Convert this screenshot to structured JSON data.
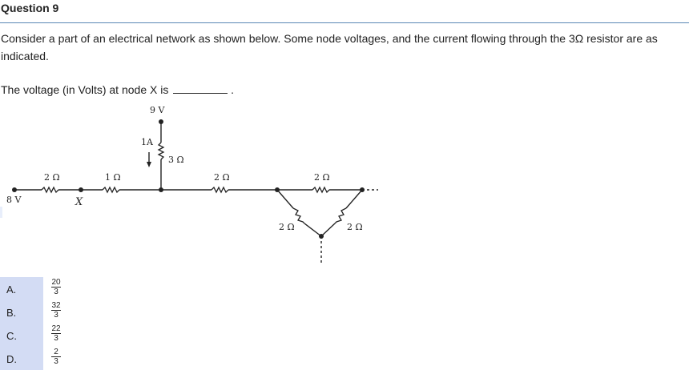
{
  "question": {
    "title": "Question 9",
    "text": "Consider a part of an electrical network as shown below. Some node voltages, and the current flowing through the 3Ω resistor are as indicated.",
    "prompt": "The voltage (in Volts) at node X is",
    "prompt_suffix": "."
  },
  "circuit": {
    "source_left": "8 V",
    "source_top": "9 V",
    "node_x": "X",
    "current": "1A",
    "r_3ohm": "3 Ω",
    "r_left": "2 Ω",
    "r_mid": "1 Ω",
    "r_right1": "2 Ω",
    "r_tri_top": "2 Ω",
    "r_tri_left": "2 Ω",
    "r_tri_right": "2 Ω"
  },
  "options": [
    {
      "letter": "A.",
      "num": "20",
      "den": "3"
    },
    {
      "letter": "B.",
      "num": "32",
      "den": "3"
    },
    {
      "letter": "C.",
      "num": "22",
      "den": "3"
    },
    {
      "letter": "D.",
      "num": "2",
      "den": "3"
    }
  ]
}
